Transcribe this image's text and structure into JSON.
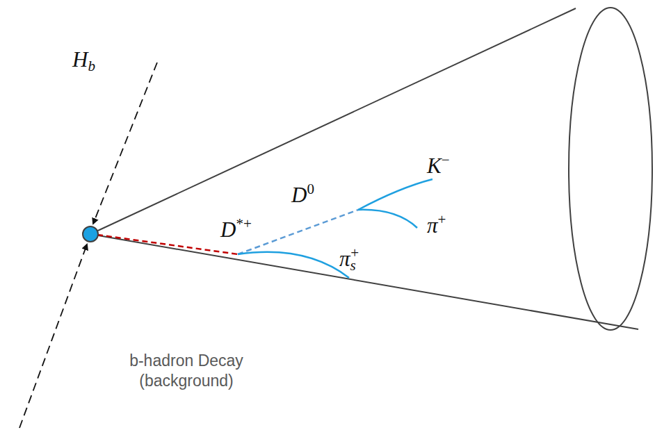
{
  "diagram": {
    "labels": [
      "Hb",
      "D*+",
      "D0",
      "K−",
      "π+",
      "πs+",
      "b-hadron Decay (background)"
    ]
  }
}
